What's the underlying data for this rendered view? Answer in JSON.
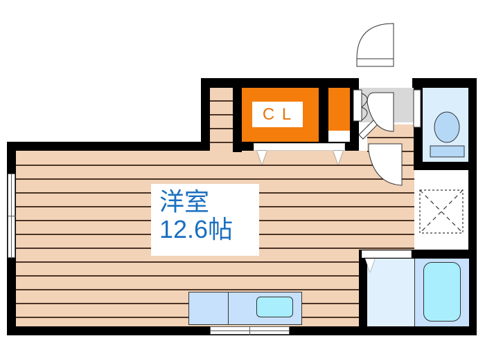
{
  "floorplan": {
    "main_room": {
      "type_label": "洋室",
      "size_label": "12.6帖"
    },
    "closet": {
      "label": "C L"
    },
    "rooms": [
      "洋室",
      "CL",
      "Toilet",
      "Bathroom",
      "Kitchen",
      "Entrance"
    ],
    "colors": {
      "wall": "#000000",
      "floor": "#f2d3b7",
      "floor_line": "#4a3326",
      "closet": "#f47d0c",
      "text_blue": "#1a6fbf",
      "wet_area": "#cfe6fb",
      "bathtub": "#a8eefc"
    }
  }
}
